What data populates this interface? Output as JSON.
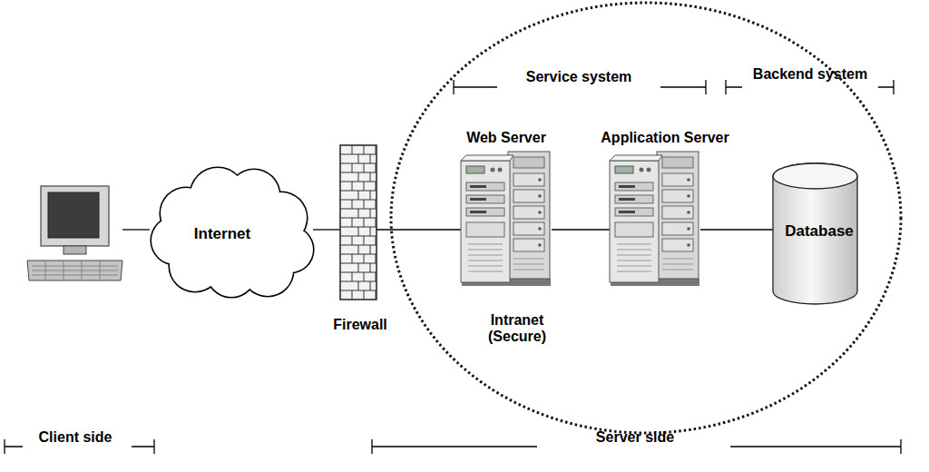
{
  "diagram": {
    "nodes": [
      {
        "text": [
          "Internet"
        ]
      },
      {
        "text": [
          "Firewall"
        ]
      },
      {
        "text": [
          "Web Server"
        ]
      },
      {
        "text": [
          "Application Server"
        ]
      },
      {
        "text": [
          "Database"
        ]
      }
    ],
    "edges": [
      {
        "from": 0,
        "to": 1,
        "arrow": "none"
      },
      {
        "from": 1,
        "to": 2,
        "arrow": "none"
      },
      {
        "from": 2,
        "to": 3,
        "arrow": "none"
      },
      {
        "from": 3,
        "to": 4,
        "arrow": "none"
      }
    ],
    "labels": [
      "Service system",
      "Backend system",
      "Intranet (Secure)",
      "Client side",
      "Server side"
    ]
  }
}
